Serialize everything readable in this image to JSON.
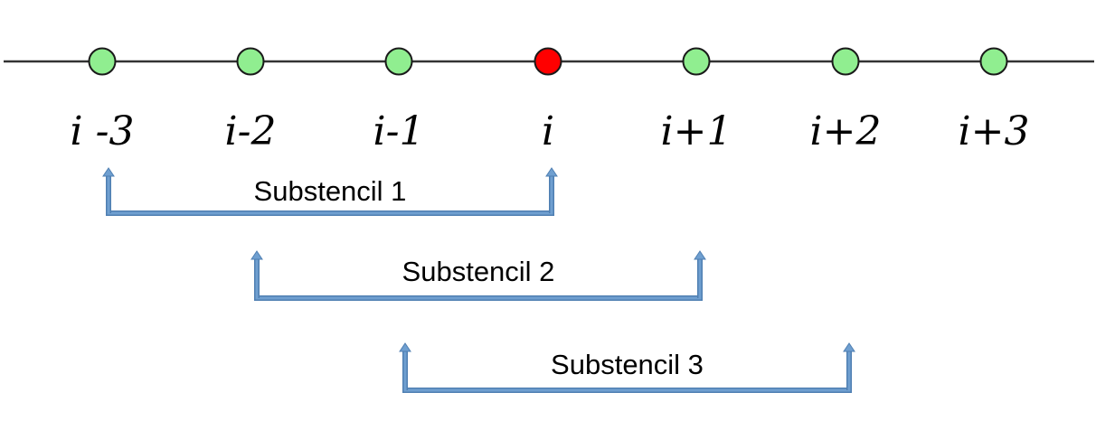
{
  "nodes": [
    {
      "label": "i -3",
      "highlight": false
    },
    {
      "label": "i-2",
      "highlight": false
    },
    {
      "label": "i-1",
      "highlight": false
    },
    {
      "label": "i",
      "highlight": true
    },
    {
      "label": "i+1",
      "highlight": false
    },
    {
      "label": "i+2",
      "highlight": false
    },
    {
      "label": "i+3",
      "highlight": false
    }
  ],
  "substencils": [
    {
      "label": "Substencil 1",
      "from_node": 0,
      "to_node": 3
    },
    {
      "label": "Substencil 2",
      "from_node": 1,
      "to_node": 4
    },
    {
      "label": "Substencil 3",
      "from_node": 2,
      "to_node": 5
    }
  ],
  "colors": {
    "axis": "#333333",
    "node_fill": "#90ee90",
    "node_stroke": "#1a1a1a",
    "highlight_fill": "#ff0000",
    "bracket": "#6f9fd0",
    "bracket_edge": "#4f7fb2"
  }
}
